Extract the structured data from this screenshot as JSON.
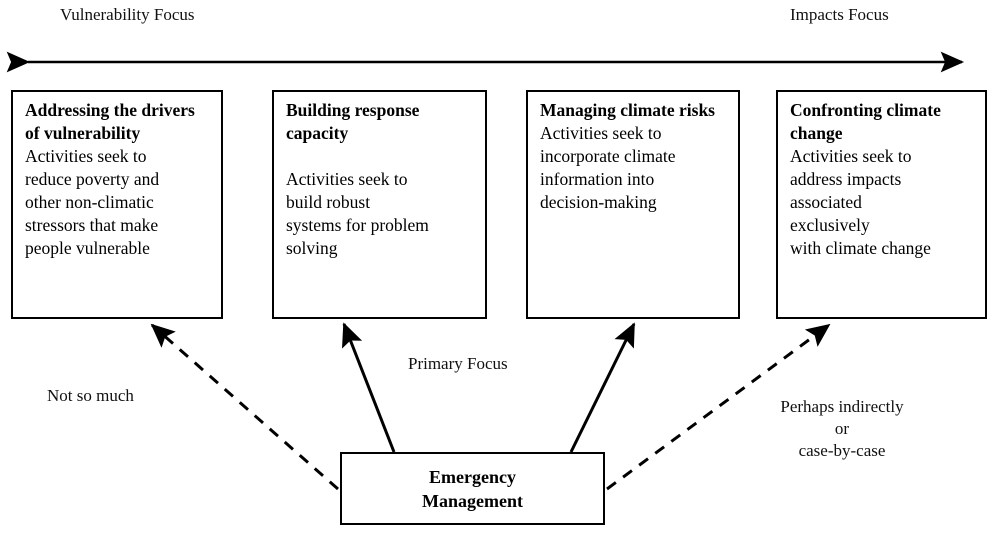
{
  "axis": {
    "left_label": "Vulnerability Focus",
    "right_label": "Impacts Focus",
    "type": "double-headed-arrow"
  },
  "pillars": [
    {
      "id": "addressing-drivers-of-vulnerability",
      "title": "Addressing the\ndrivers of\nvulnerability",
      "body": "Activities seek to\nreduce poverty and\nother non-climatic\nstressors that make\npeople vulnerable",
      "gap_after_title": false
    },
    {
      "id": "building-response-capacity",
      "title": "Building response\ncapacity",
      "body": "Activities seek to\nbuild robust\nsystems for problem\nsolving",
      "gap_after_title": true
    },
    {
      "id": "managing-climate-risks",
      "title": "Managing climate\nrisks",
      "body": "Activities seek to\nincorporate climate\ninformation into\ndecision-making",
      "gap_after_title": false
    },
    {
      "id": "confronting-climate-change",
      "title": "Confronting\nclimate\nchange",
      "body": "Activities seek to\naddress impacts\nassociated\nexclusively\nwith climate change",
      "gap_after_title": false
    }
  ],
  "source_node": {
    "label": "Emergency\nManagement"
  },
  "annotations": {
    "primary_focus": "Primary Focus",
    "not_so_much": "Not so much",
    "perhaps_indirectly": "Perhaps indirectly\nor\ncase-by-case"
  },
  "connectors": [
    {
      "name": "em-to-addressing-drivers",
      "style": "dashed",
      "target": "addressing-drivers-of-vulnerability"
    },
    {
      "name": "em-to-building-response-capacity",
      "style": "solid",
      "target": "building-response-capacity"
    },
    {
      "name": "em-to-managing-climate-risks",
      "style": "solid",
      "target": "managing-climate-risks"
    },
    {
      "name": "em-to-confronting-climate-change",
      "style": "dashed",
      "target": "confronting-climate-change"
    }
  ],
  "colors": {
    "stroke": "#000000",
    "background": "#ffffff",
    "text": "#111111"
  }
}
